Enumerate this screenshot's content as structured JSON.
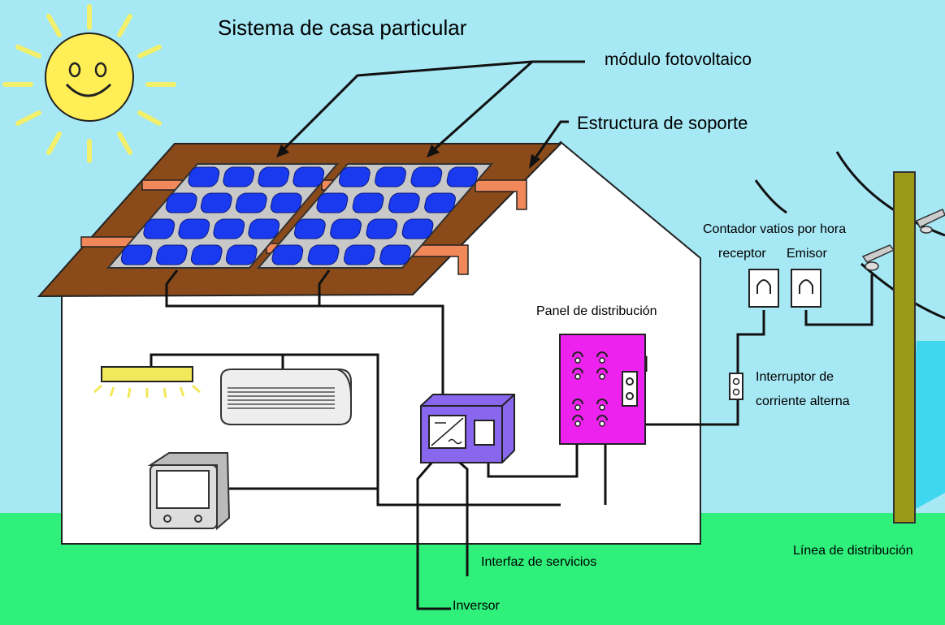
{
  "title": "Sistema de casa particular",
  "labels": {
    "pv_module": "módulo fotovoltaico",
    "support_structure": "Estructura de soporte",
    "meter_title": "Contador vatios por hora",
    "receiver": "receptor",
    "emitter": "Emisor",
    "distribution_panel": "Panel de distribución",
    "ac_switch_line1": "Interruptor de",
    "ac_switch_line2": "corriente alterna",
    "distribution_line": "Línea de distribución",
    "service_interface": "Interfaz de servicios",
    "inverter": "Inversor"
  },
  "colors": {
    "sky": "#a6e8f4",
    "grass": "#2ef07a",
    "roof": "#8a4a1a",
    "house": "#ffffff",
    "sun": "#ffee55",
    "sun_rays": "#f2f06a",
    "cell": "#1a3af0",
    "panel_frame": "#c8c8c8",
    "bracket": "#f0885a",
    "distribution_panel": "#ee22ee",
    "inverter": "#8866ee",
    "pole": "#9a9a18"
  },
  "icons": [
    "sun-icon",
    "solar-panel-icon",
    "light-fixture-icon",
    "air-conditioner-icon",
    "television-icon",
    "inverter-icon",
    "distribution-panel-icon",
    "meter-icon",
    "breaker-icon",
    "utility-pole-icon"
  ]
}
